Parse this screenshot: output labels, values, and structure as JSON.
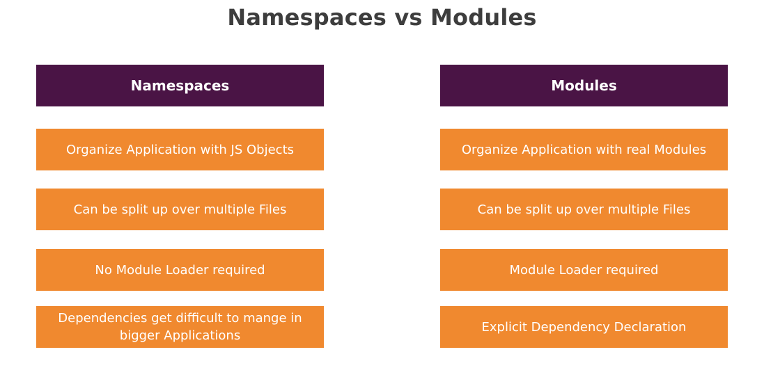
{
  "title": "Namespaces vs Modules",
  "columns": [
    {
      "header": "Namespaces",
      "items": [
        "Organize Application with JS Objects",
        "Can be split up over multiple Files",
        "No Module Loader required",
        "Dependencies get difficult to mange in bigger Applications"
      ]
    },
    {
      "header": "Modules",
      "items": [
        "Organize Application with real Modules",
        "Can be split up over multiple Files",
        "Module Loader required",
        "Explicit Dependency Declaration"
      ]
    }
  ],
  "colors": {
    "title_text": "#3d3d3d",
    "header_bg": "#4a1445",
    "card_bg": "#f0892f",
    "card_text": "#ffffff"
  }
}
